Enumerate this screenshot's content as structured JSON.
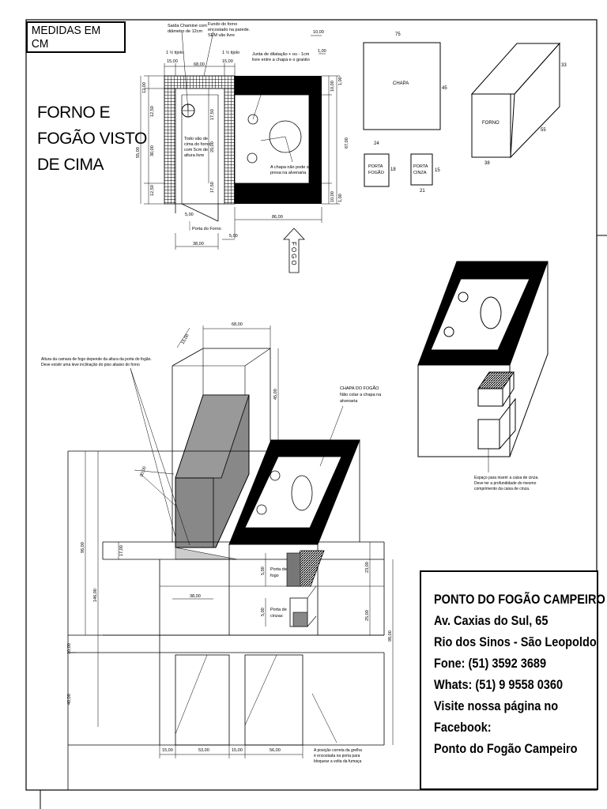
{
  "header": {
    "units_label": "MEDIDAS EM CM",
    "top_view_title_lines": [
      "FORNO E",
      "FOGÃO VISTO",
      "DE CIMA"
    ]
  },
  "plan_notes": {
    "chimney": [
      "Saída Chaminé com",
      "diâmetro de 12cm"
    ],
    "oven_bottom": [
      "Fundo do forno",
      "encostado na parede.",
      "SEM vão livre"
    ],
    "expansion_joint": [
      "Junta de dilatação + ou - 1cm",
      "livre entre a chapa e o granito"
    ],
    "oven_gap": [
      "Todo vão de",
      "cima do forno",
      "com 5cm de",
      "altura livre"
    ],
    "plate_note": [
      "A chapa não pode ser",
      "presa na alvenaria"
    ],
    "oven_door": "Porta do Forno",
    "fire": "FOGO",
    "brick_1": "1 ½ tijolo",
    "brick_2": "1 ½ tijolo"
  },
  "plan_dims": {
    "d15a": "15,00",
    "d68": "68,00",
    "d15b": "15,00",
    "d10": "10,00",
    "d1": "1,00",
    "d12top": "12,00",
    "d12_50a": "12,50",
    "d55": "55,00",
    "d30": "30,00",
    "d12_50b": "12,50",
    "d17_50a": "17,50",
    "d20": "20,00",
    "d17_50b": "17,50",
    "d10r": "10,00",
    "d1r": "1,00",
    "d67": "67,00",
    "d10rb": "10,00",
    "d1rb": "1,00",
    "d5a": "5,00",
    "d86": "86,00",
    "d5b": "5,00",
    "d38": "38,00"
  },
  "parts": {
    "chapa_label": "CHAPA",
    "chapa_w": "75",
    "chapa_h": "45",
    "forno_label": "FORNO",
    "forno_w": "38",
    "forno_d": "55",
    "forno_h": "33",
    "porta_fogao": [
      "PORTA",
      "FOGÃO"
    ],
    "porta_fogao_w": "24",
    "porta_fogao_h": "18",
    "porta_cinza": [
      "PORTA",
      "CINZA"
    ],
    "porta_cinza_w": "21",
    "porta_cinza_h": "15"
  },
  "iso_notes": {
    "ash_box": [
      "Espaço para inserir a caixa de cinza.",
      "Deve ter a profundidade do mesmo",
      "comprimento da caixa de cinza."
    ]
  },
  "elevation": {
    "firebox_note": [
      "Altura da camara de fogo depende da altura da porta do fogão.",
      "Deve existir uma leve inclinação do piso abaixo do forno"
    ],
    "plate_note": [
      "CHAPA DO FOGÃO",
      "Não colar a chapa na",
      "alvenaria"
    ],
    "grate_note": [
      "A posição correta da grelha",
      "é encostada na porta para",
      "bloquear a volta da fumaça"
    ],
    "porta_fogo": [
      "Porta de",
      "fogo"
    ],
    "porta_cinzas": [
      "Porta de",
      "cinzas"
    ],
    "d68": "68,00",
    "d15diag": "15,00",
    "d45": "45,00",
    "d20diag": "20,00",
    "d17": "17,00",
    "d38": "38,00",
    "d5a": "5,00",
    "d5b": "5,00",
    "d96": "96,00",
    "d146": "146,00",
    "d10": "10,00",
    "d40": "40,00",
    "d23": "23,00",
    "d25": "25,00",
    "d98": "98,00",
    "d15a": "15,00",
    "d53": "53,00",
    "d15b": "15,00",
    "d56": "56,00"
  },
  "contact": {
    "business": "PONTO DO FOGÃO CAMPEIRO",
    "address": "Av. Caxias do Sul, 65",
    "city": "Rio dos Sinos - São Leopoldo",
    "phone": "Fone: (51) 3592 3689",
    "whatsapp": "Whats: (51) 9 9558 0360",
    "visit_1": "Visite nossa página no",
    "visit_2": "Facebook:",
    "page_name": "Ponto do Fogão Campeiro"
  }
}
